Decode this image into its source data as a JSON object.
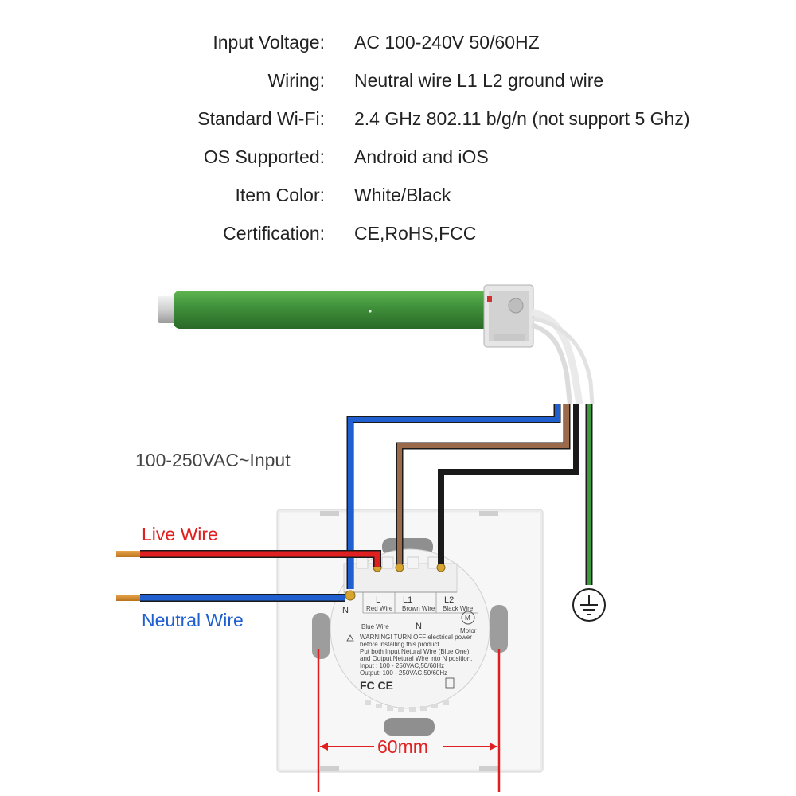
{
  "specs": [
    {
      "label": "Input Voltage:",
      "value": "AC 100-240V 50/60HZ"
    },
    {
      "label": "Wiring:",
      "value": "Neutral wire L1 L2 ground wire"
    },
    {
      "label": "Standard Wi-Fi:",
      "value": "2.4 GHz 802.11 b/g/n (not support 5 Ghz)"
    },
    {
      "label": "OS Supported:",
      "value": "Android and iOS"
    },
    {
      "label": "Item Color:",
      "value": "White/Black"
    },
    {
      "label": "Certification:",
      "value": "CE,RoHS,FCC"
    }
  ],
  "diagram": {
    "input_caption": "100-250VAC~Input",
    "live_wire": "Live Wire",
    "neutral_wire": "Neutral Wire",
    "dimension": "60mm",
    "colors": {
      "live": "#e02020",
      "neutral": "#1f5fd0",
      "brown": "#9b6a4a",
      "black": "#1a1a1a",
      "ground": "#3c9a3c",
      "motor": "#3f8f3a",
      "live_text": "#e02020",
      "neutral_text": "#1f5fd0"
    },
    "terminals": {
      "n": "N",
      "l": "L",
      "l1": "L1",
      "l2": "L2",
      "n_center": "N",
      "motor_symbol": "M",
      "motor": "Motor",
      "red_wire": "Red Wire",
      "brown_wire": "Brown Wire",
      "black_wire": "Black Wire",
      "blue_wire": "Blue Wire"
    },
    "label_text": {
      "warning1": "WARNING! TURN OFF electrical power",
      "warning2": "before installing this product",
      "line3": "Put both Input Netural Wire (Blue One)",
      "line4": "and Output Netural Wire into N position.",
      "line5": "Input : 100 - 250VAC,50/60Hz",
      "line6": "Output: 100 - 250VAC,50/60Hz",
      "cert": "FC CE"
    }
  }
}
